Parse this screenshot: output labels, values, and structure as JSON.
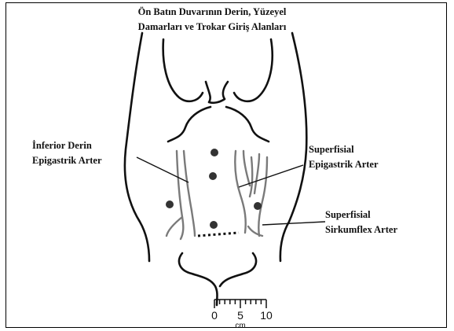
{
  "title": {
    "line1": "Ön Batın Duvarının Derin, Yüzeyel",
    "line2": "Damarları ve Trokar Giriş Alanları"
  },
  "labels": {
    "inferior_line1": "İnferior Derin",
    "inferior_line2": "Epigastrik Arter",
    "superfisial_epi_line1": "Superfisial",
    "superfisial_epi_line2": "Epigastrik Arter",
    "superfisial_circ_line1": "Superfisial",
    "superfisial_circ_line2": "Sirkumflex Arter"
  },
  "scale": {
    "tick_0": "0",
    "tick_5": "5",
    "tick_10": "10",
    "unit": "cm"
  },
  "colors": {
    "outline": "#111111",
    "vessel": "#7a7a7a",
    "port": "#333333"
  }
}
